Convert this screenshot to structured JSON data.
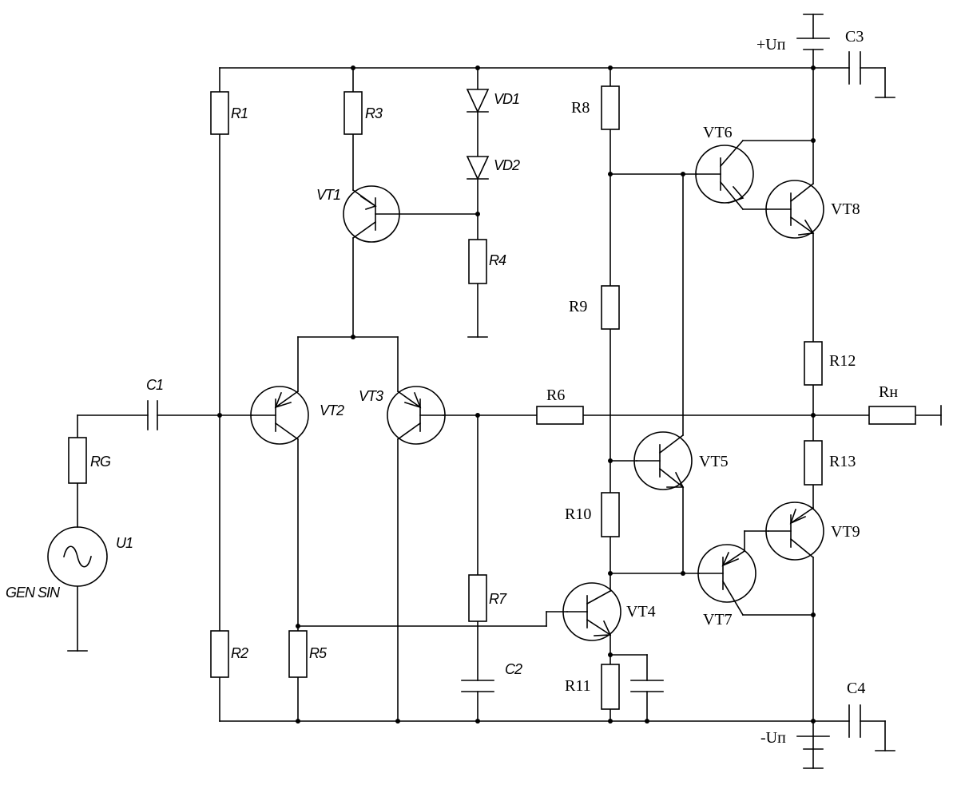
{
  "labels": {
    "R1": "R1",
    "R2": "R2",
    "R3": "R3",
    "R4": "R4",
    "R5": "R5",
    "R6": "R6",
    "R7": "R7",
    "R8": "R8",
    "R9": "R9",
    "R10": "R10",
    "R11": "R11",
    "R12": "R12",
    "R13": "R13",
    "RG": "RG",
    "RN": "Rн",
    "C1": "C1",
    "C2": "C2",
    "C3": "C3",
    "C4": "C4",
    "VD1": "VD1",
    "VD2": "VD2",
    "VT1": "VT1",
    "VT2": "VT2",
    "VT3": "VT3",
    "VT4": "VT4",
    "VT5": "VT5",
    "VT6": "VT6",
    "VT7": "VT7",
    "VT8": "VT8",
    "VT9": "VT9",
    "U1": "U1",
    "GEN": "GEN SIN",
    "VPOS": "+Uп",
    "VNEG": "-Uп"
  }
}
